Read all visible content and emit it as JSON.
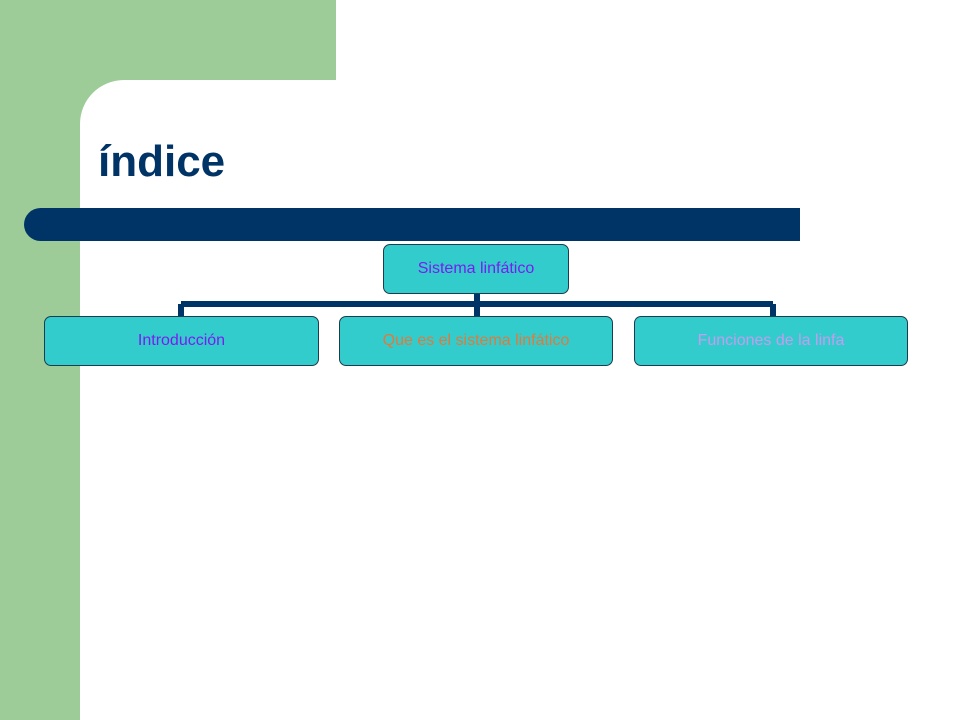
{
  "colors": {
    "side_panel": "#9dcc98",
    "title_text": "#003366",
    "title_bar": "#003366",
    "connector": "#003366",
    "node_fill": "#33cccc"
  },
  "slide": {
    "title": "índice"
  },
  "diagram": {
    "root": {
      "label": "Sistema linfático",
      "text_color": "#7a1cf0"
    },
    "children": [
      {
        "label": "Introducción",
        "text_color": "#7a1cf0"
      },
      {
        "label": "Que es el sistema linfático",
        "text_color": "#e07a3c"
      },
      {
        "label": "Funciones de la linfa",
        "text_color": "#c49cf0"
      }
    ]
  }
}
